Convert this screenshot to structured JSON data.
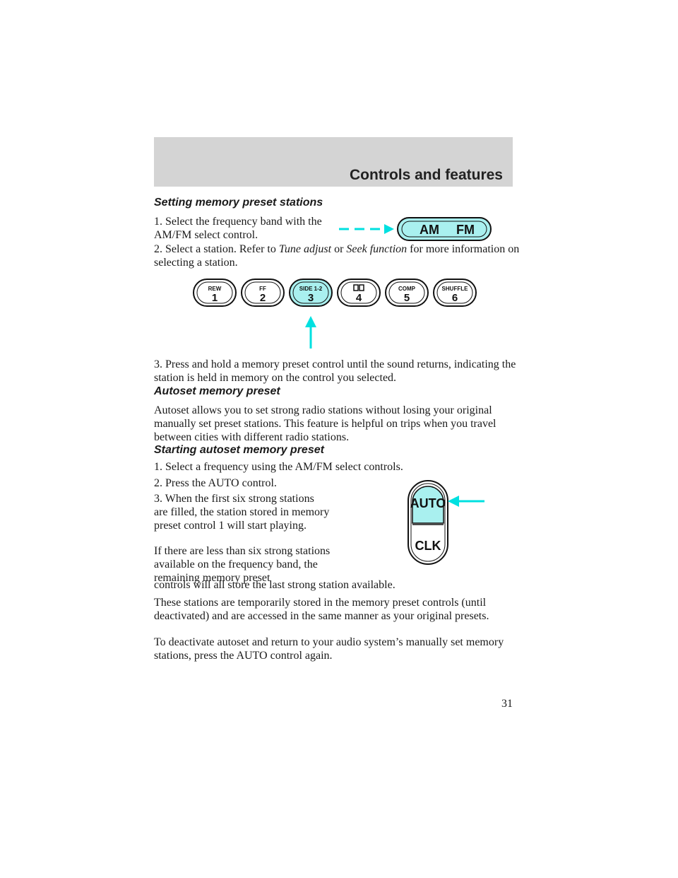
{
  "header": {
    "title": "Controls and features"
  },
  "section_memory": {
    "heading": "Setting memory preset stations",
    "step1": "1. Select the frequency band with the AM/FM select control.",
    "step2_a": "2. Select a station. Refer to",
    "step2_tune": "Tune adjust",
    "step2_or": "or",
    "step2_seek": "Seek function",
    "step2_b": "for more information on selecting a station.",
    "step3": "3. Press and hold a memory preset control until the sound returns, indicating the station is held in memory on the control you selected."
  },
  "amfm_control": {
    "am": "AM",
    "fm": "FM"
  },
  "presets": [
    {
      "top": "REW",
      "num": "1"
    },
    {
      "top": "FF",
      "num": "2"
    },
    {
      "top": "SIDE 1-2",
      "num": "3"
    },
    {
      "top": "",
      "num": "4"
    },
    {
      "top": "COMP",
      "num": "5"
    },
    {
      "top": "SHUFFLE",
      "num": "6"
    }
  ],
  "section_autoset": {
    "heading": "Autoset memory preset",
    "body": "Autoset allows you to set strong radio stations without losing your original manually set preset stations. This feature is helpful on trips when you travel between cities with different radio stations."
  },
  "section_starting": {
    "heading": "Starting autoset memory preset",
    "step1": "1. Select a frequency using the AM/FM select controls.",
    "step2": "2. Press the AUTO control.",
    "step3": "3. When the first six strong stations are filled, the station stored in memory preset control 1 will start playing.",
    "note_narrow": "If there are less than six strong stations available on the frequency band, the remaining memory preset",
    "note_wide": "controls will all store the last strong station available.",
    "para_temp": "These stations are temporarily stored in the memory preset controls (until deactivated) and are accessed in the same manner as your original presets.",
    "para_deactivate": "To deactivate autoset and return to your audio system’s manually set memory stations, press the AUTO control again."
  },
  "auto_clk_control": {
    "auto": "AUTO",
    "clk": "CLK"
  },
  "colors": {
    "highlight": "#a9f0ef",
    "arrow": "#00e0e0",
    "header_band": "#d4d4d4"
  },
  "footer": {
    "page_number": "31"
  }
}
